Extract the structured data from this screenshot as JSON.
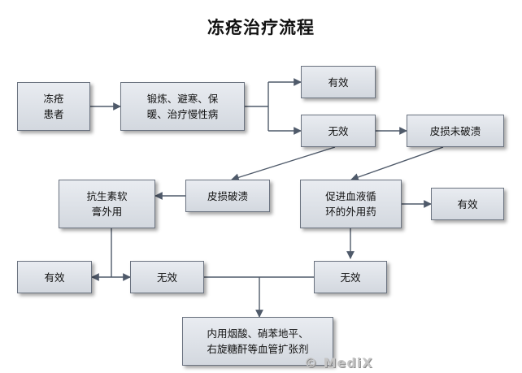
{
  "title": "冻疮治疗流程",
  "watermark": "© MediX",
  "nodes": {
    "patient": "冻疮\n患者",
    "exercise": "锻炼、避寒、保\n暖、治疗慢性病",
    "effective_1": "有效",
    "ineffective_1": "无效",
    "skin_intact": "皮损未破溃",
    "skin_ulcer": "皮损破溃",
    "antibiotic": "抗生素软\n膏外用",
    "circulation": "促进血液循\n环的外用药",
    "effective_2": "有效",
    "effective_3": "有效",
    "ineffective_2": "无效",
    "ineffective_3": "无效",
    "oral_drugs": "内用烟酸、硝苯地平、\n右旋糖酐等血管扩张剂"
  },
  "colors": {
    "line": "#4f5a6a",
    "box_border": "#6b7380"
  }
}
